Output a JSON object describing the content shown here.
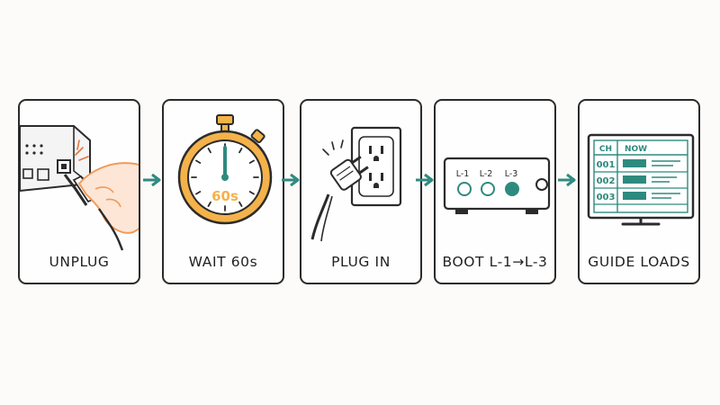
{
  "steps": [
    {
      "label": "UNPLUG"
    },
    {
      "label": "WAIT 60s",
      "timer_text": "60s"
    },
    {
      "label": "PLUG IN"
    },
    {
      "label": "BOOT L-1→L-3",
      "leds": [
        "L-1",
        "L-2",
        "L-3"
      ]
    },
    {
      "label": "GUIDE LOADS",
      "guide": {
        "headers": [
          "CH",
          "NOW"
        ],
        "channels": [
          "001",
          "002",
          "003"
        ]
      }
    }
  ],
  "colors": {
    "teal": "#2e8a7f",
    "orange": "#f09a5a",
    "gold": "#f4b24a",
    "ink": "#2b2b2b"
  }
}
